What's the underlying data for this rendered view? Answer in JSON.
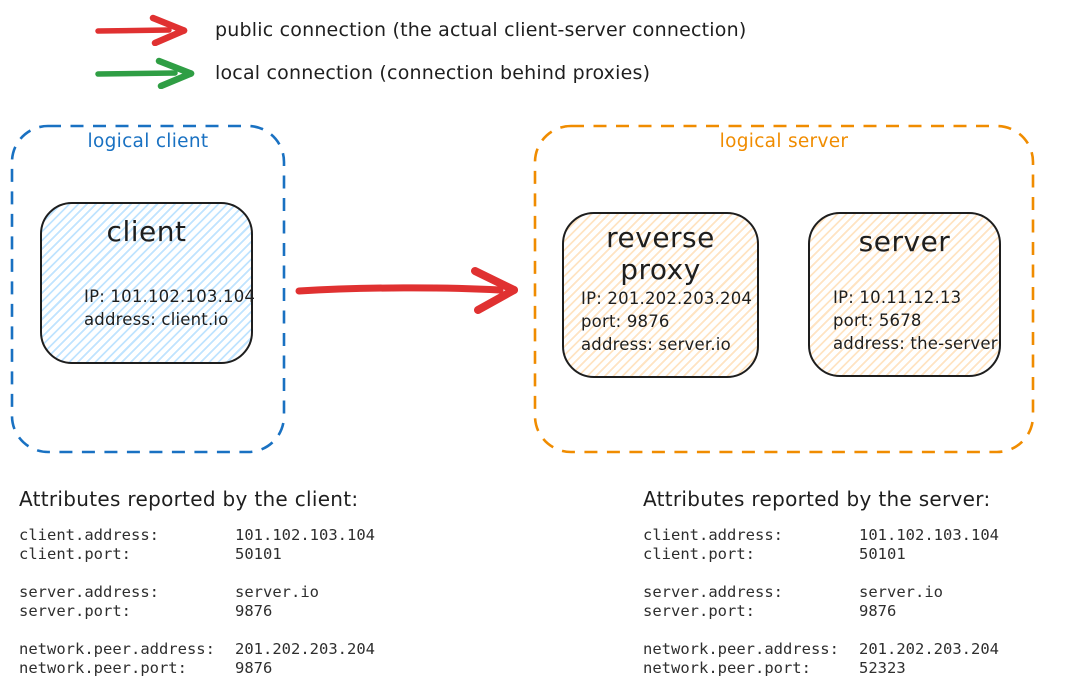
{
  "legend": {
    "items": [
      {
        "icon": "red-arrow",
        "color": "#e03131",
        "label": "public connection (the actual client-server connection)"
      },
      {
        "icon": "green-arrow",
        "color": "#2f9e44",
        "label": "local connection (connection behind proxies)"
      }
    ]
  },
  "diagram": {
    "public_connection_color": "#e03131",
    "logical_client": {
      "label": "logical client",
      "border_color": "#1971c2",
      "nodes": [
        {
          "title": "client",
          "fill_color": "#a5d8ff",
          "lines": [
            "IP: 101.102.103.104",
            "address: client.io"
          ]
        }
      ]
    },
    "logical_server": {
      "label": "logical server",
      "border_color": "#f08c00",
      "nodes": [
        {
          "title": "reverse proxy",
          "fill_color": "#ffd8a8",
          "lines": [
            "IP: 201.202.203.204",
            "port: 9876",
            "address: server.io"
          ]
        },
        {
          "title": "server",
          "fill_color": "#ffd8a8",
          "lines": [
            "IP: 10.11.12.13",
            "port: 5678",
            "address: the-server"
          ]
        }
      ]
    }
  },
  "client_attrs": {
    "title": "Attributes reported by the client:",
    "rows": [
      {
        "key": "client.address:",
        "value": "101.102.103.104"
      },
      {
        "key": "client.port:",
        "value": "50101"
      },
      {
        "key": "server.address:",
        "value": "server.io"
      },
      {
        "key": "server.port:",
        "value": "9876"
      },
      {
        "key": "network.peer.address:",
        "value": "201.202.203.204"
      },
      {
        "key": "network.peer.port:",
        "value": "9876"
      }
    ]
  },
  "server_attrs": {
    "title": "Attributes reported by the server:",
    "rows": [
      {
        "key": "client.address:",
        "value": "101.102.103.104"
      },
      {
        "key": "client.port:",
        "value": "50101"
      },
      {
        "key": "server.address:",
        "value": "server.io"
      },
      {
        "key": "server.port:",
        "value": "9876"
      },
      {
        "key": "network.peer.address:",
        "value": "201.202.203.204"
      },
      {
        "key": "network.peer.port:",
        "value": "52323"
      }
    ]
  }
}
